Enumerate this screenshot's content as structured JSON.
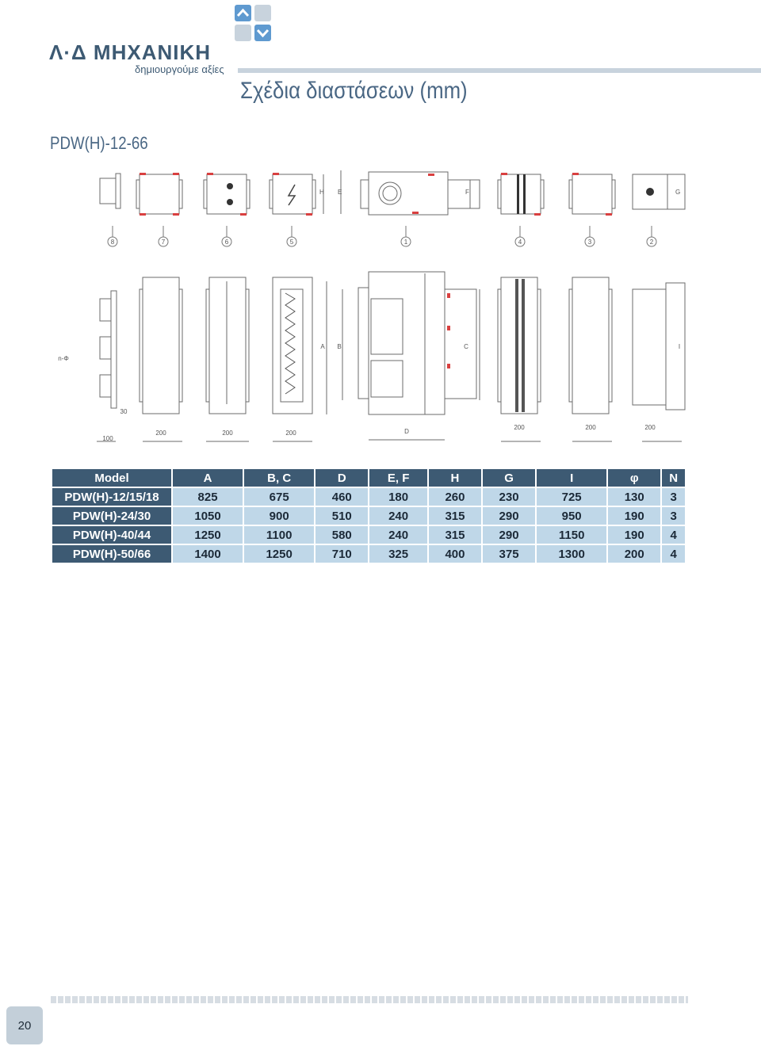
{
  "brand": {
    "name": "Λ·Δ ΜΗΧΑΝΙΚΗ",
    "tagline": "δημιουργούμε αξίες",
    "colors": {
      "primary": "#3d5a73",
      "accent": "#5f9ad0",
      "light": "#c8d3dd"
    }
  },
  "page_title": "Σχέδια διαστάσεων (mm)",
  "model_title": "PDW(H)-12-66",
  "drawing_labels": {
    "callouts": [
      "8",
      "7",
      "6",
      "5",
      "1",
      "4",
      "3",
      "2"
    ],
    "top_dims": [
      "H",
      "E",
      "F",
      "G"
    ],
    "side_dims": [
      "A",
      "B",
      "C",
      "D",
      "I"
    ],
    "n_phi": "n-Φ",
    "widths": [
      "30",
      "100",
      "200",
      "200",
      "200",
      "200",
      "200",
      "200"
    ]
  },
  "table": {
    "headers": [
      "Model",
      "A",
      "B, C",
      "D",
      "E, F",
      "H",
      "G",
      "I",
      "φ",
      "N"
    ],
    "rows": [
      [
        "PDW(H)-12/15/18",
        "825",
        "675",
        "460",
        "180",
        "260",
        "230",
        "725",
        "130",
        "3"
      ],
      [
        "PDW(H)-24/30",
        "1050",
        "900",
        "510",
        "240",
        "315",
        "290",
        "950",
        "190",
        "3"
      ],
      [
        "PDW(H)-40/44",
        "1250",
        "1100",
        "580",
        "240",
        "315",
        "290",
        "1150",
        "190",
        "4"
      ],
      [
        "PDW(H)-50/66",
        "1400",
        "1250",
        "710",
        "325",
        "400",
        "375",
        "1300",
        "200",
        "4"
      ]
    ]
  },
  "page_number": "20"
}
